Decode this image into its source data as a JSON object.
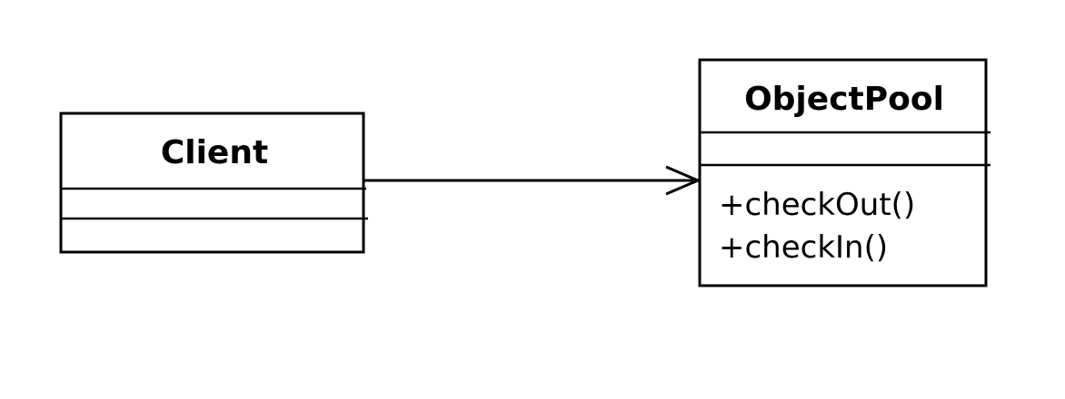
{
  "classes": [
    {
      "name": "Client",
      "attributes": [],
      "operations": []
    },
    {
      "name": "ObjectPool",
      "attributes": [],
      "operations": [
        "+checkOut()",
        "+checkIn()"
      ]
    }
  ],
  "associations": [
    {
      "from": "Client",
      "to": "ObjectPool",
      "arrowhead": "open"
    }
  ],
  "colors": {
    "stroke": "#000000",
    "background": "#ffffff"
  }
}
